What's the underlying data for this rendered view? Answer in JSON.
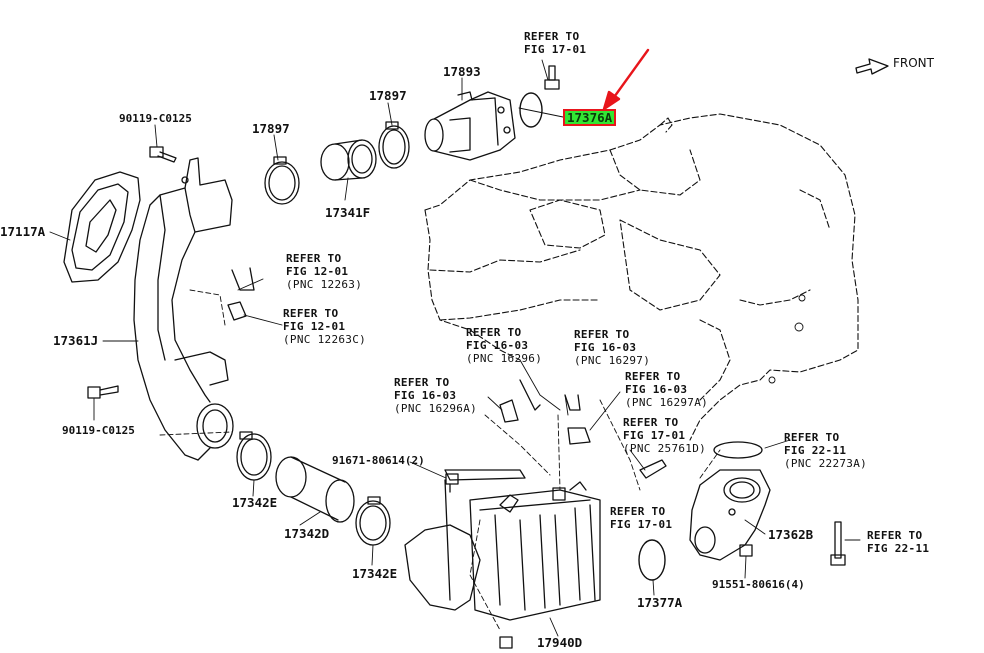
{
  "labels": {
    "p17893": "17893",
    "p17897a": "17897",
    "p17897b": "17897",
    "p17341F": "17341F",
    "p17376A": "17376A",
    "p17117A": "17117A",
    "p17361J": "17361J",
    "p17342E_a": "17342E",
    "p17342D": "17342D",
    "p17342E_b": "17342E",
    "p17940D": "17940D",
    "p17377A": "17377A",
    "p17362B": "17362B",
    "bolt_top": "90119-C0125",
    "bolt_left": "90119-C0125",
    "bolt_91671": "91671-80614(2)",
    "bolt_91551": "91551-80616(4)",
    "front": "FRONT"
  },
  "refs": {
    "r1701_top": {
      "l1": "REFER TO",
      "l2": "FIG 17-01"
    },
    "r1201_a": {
      "l1": "REFER TO",
      "l2": "FIG 12-01",
      "l3": "(PNC 12263)"
    },
    "r1201_b": {
      "l1": "REFER TO",
      "l2": "FIG 12-01",
      "l3": "(PNC 12263C)"
    },
    "r1603_a": {
      "l1": "REFER TO",
      "l2": "FIG 16-03",
      "l3": "(PNC 16296)"
    },
    "r1603_b": {
      "l1": "REFER TO",
      "l2": "FIG 16-03",
      "l3": "(PNC 16297)"
    },
    "r1603_c": {
      "l1": "REFER TO",
      "l2": "FIG 16-03",
      "l3": "(PNC 16296A)"
    },
    "r1603_d": {
      "l1": "REFER TO",
      "l2": "FIG 16-03",
      "l3": "(PNC 16297A)"
    },
    "r1701_b": {
      "l1": "REFER TO",
      "l2": "FIG 17-01",
      "l3": "(PNC 25761D)"
    },
    "r1701_c": {
      "l1": "REFER TO",
      "l2": "FIG 17-01"
    },
    "r2211_a": {
      "l1": "REFER TO",
      "l2": "FIG 22-11",
      "l3": "(PNC 22273A)"
    },
    "r2211_b": {
      "l1": "REFER TO",
      "l2": "FIG 22-11"
    }
  },
  "colors": {
    "highlight_fill": "#33e633",
    "highlight_border": "#e8151b",
    "arrow": "#e8151b",
    "ink": "#111111"
  }
}
